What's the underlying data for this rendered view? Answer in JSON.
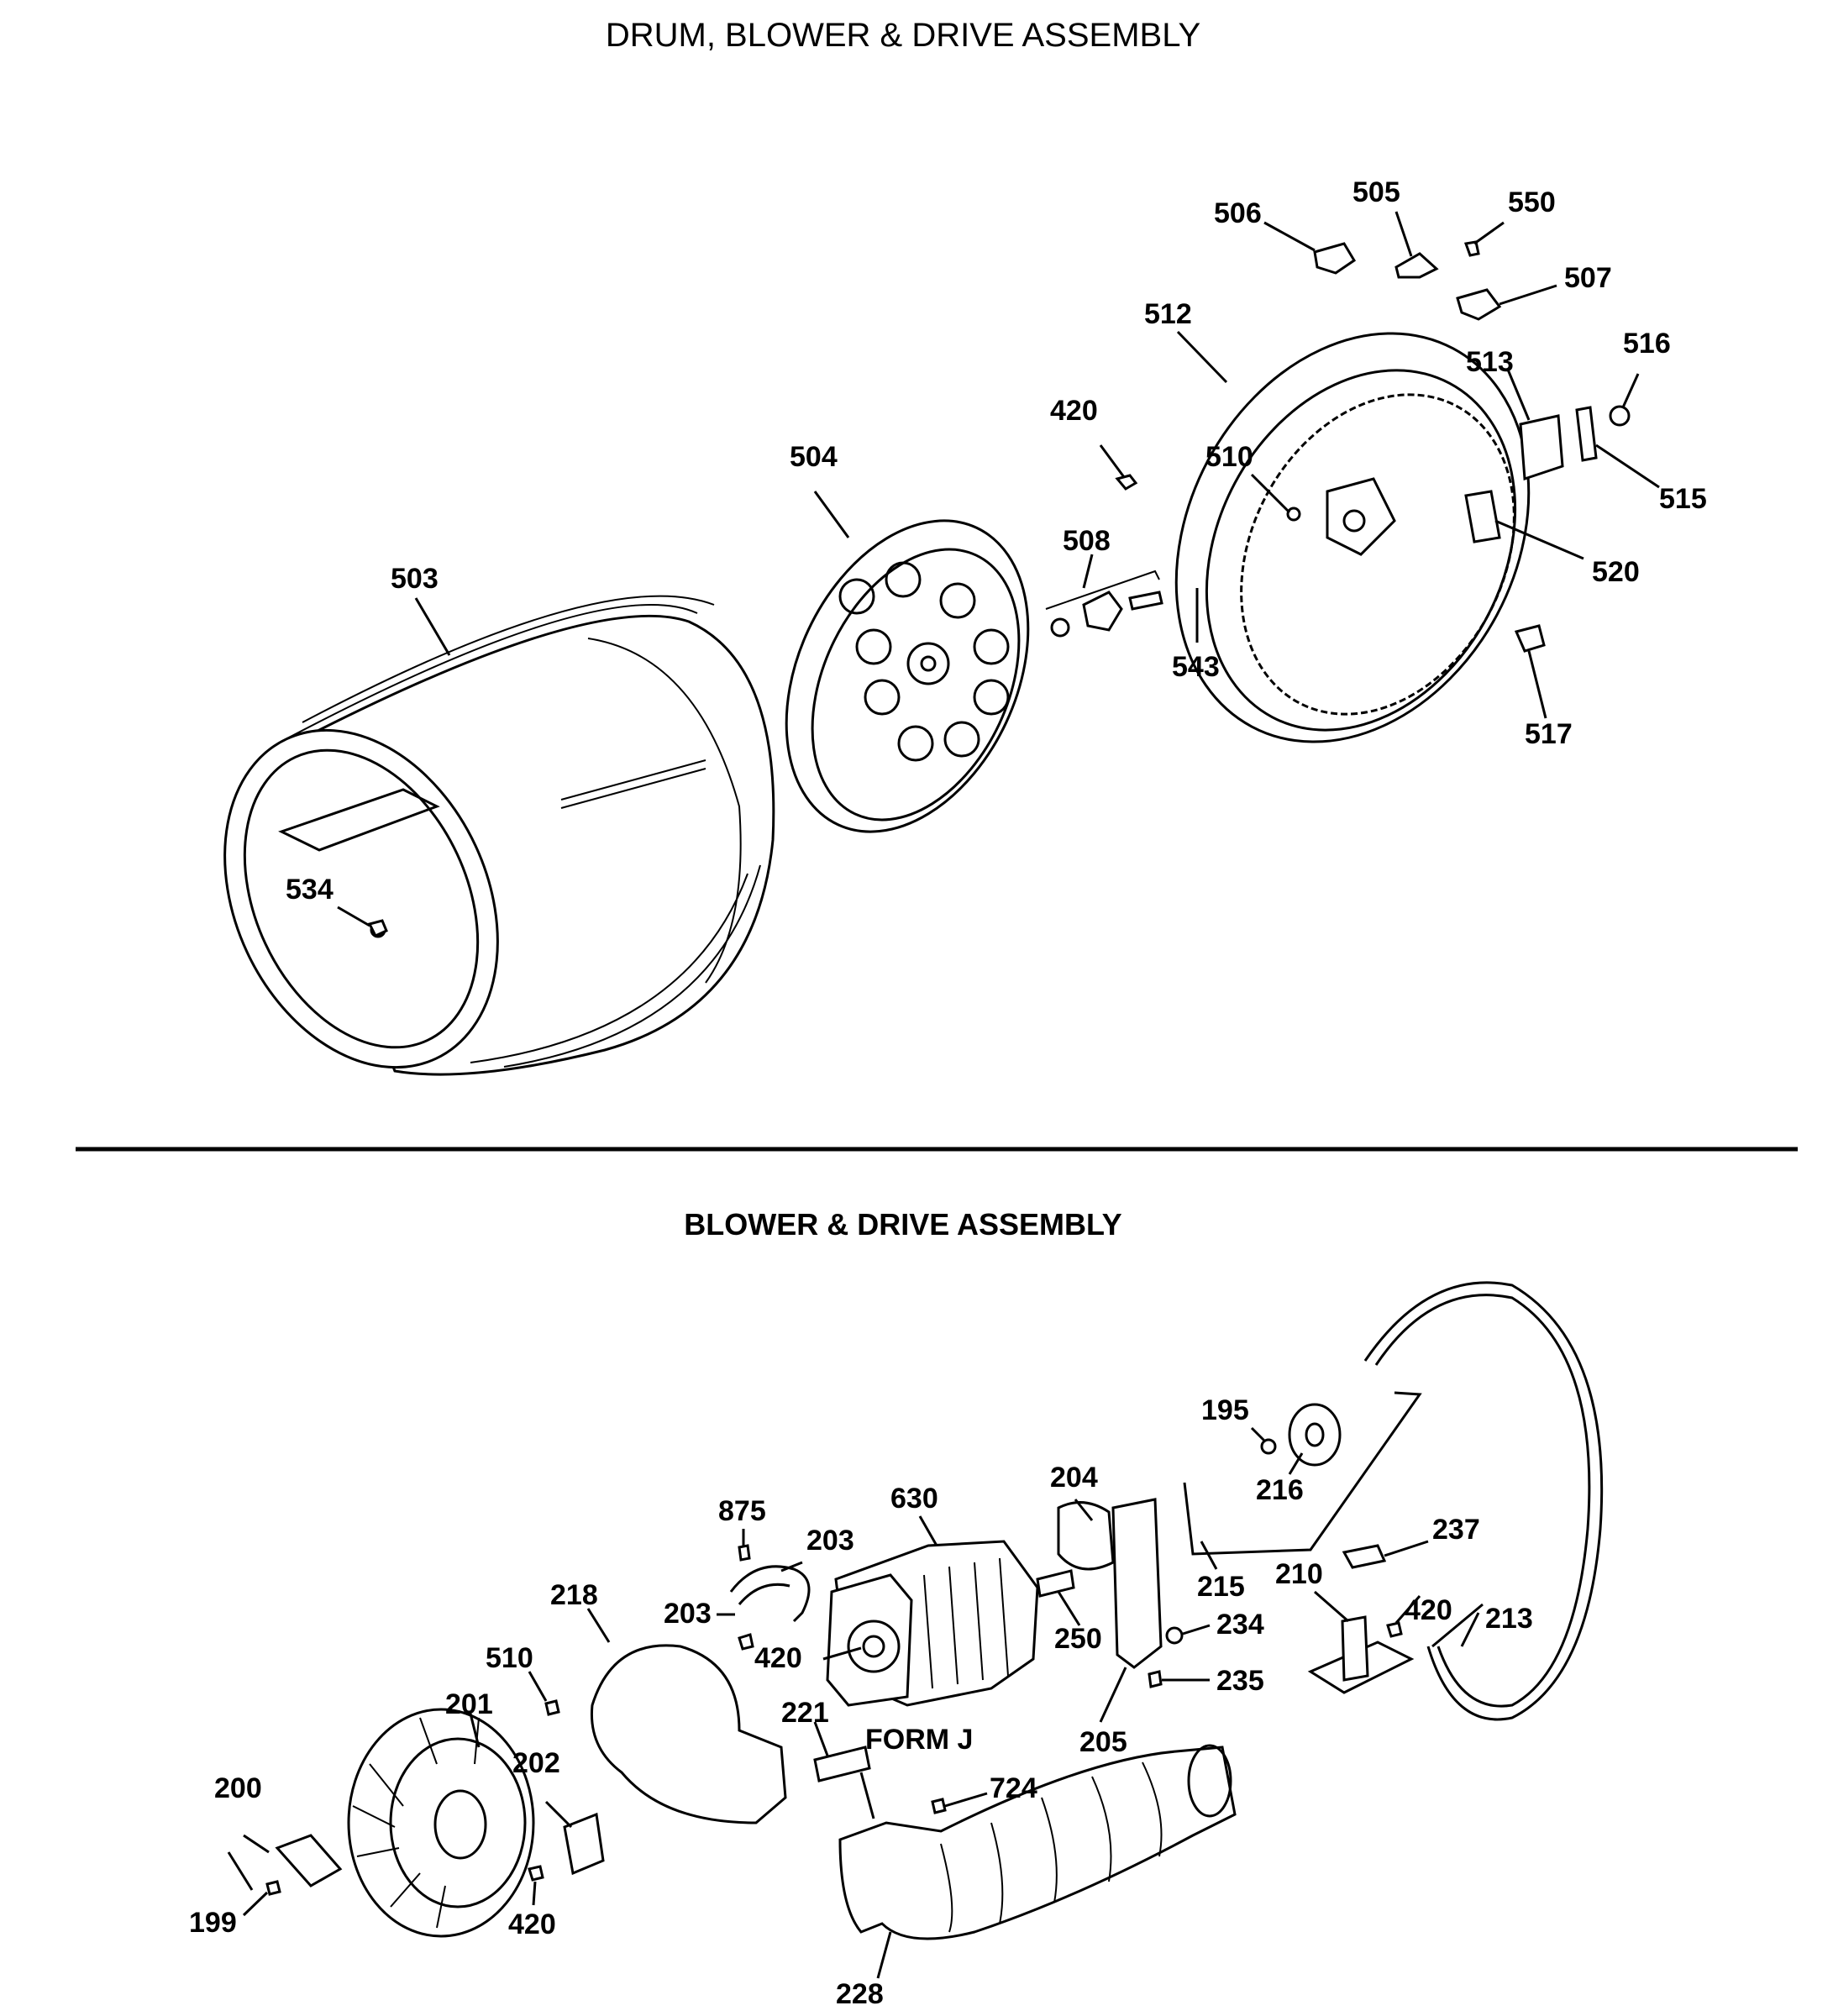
{
  "title": "DRUM, BLOWER & DRIVE ASSEMBLY",
  "subtitle": "BLOWER & DRIVE ASSEMBLY",
  "form_label": "FORM J",
  "top_callouts": {
    "p503": "503",
    "p504": "504",
    "p505": "505",
    "p506": "506",
    "p507": "507",
    "p508": "508",
    "p510": "510",
    "p512": "512",
    "p513": "513",
    "p515": "515",
    "p516": "516",
    "p517": "517",
    "p520": "520",
    "p534": "534",
    "p543": "543",
    "p550": "550",
    "p420": "420"
  },
  "bottom_callouts": {
    "p195": "195",
    "p199": "199",
    "p200": "200",
    "p201": "201",
    "p202": "202",
    "p203a": "203",
    "p203b": "203",
    "p204": "204",
    "p205": "205",
    "p210": "210",
    "p213": "213",
    "p215": "215",
    "p216": "216",
    "p218": "218",
    "p221": "221",
    "p228": "228",
    "p234": "234",
    "p235": "235",
    "p237": "237",
    "p250": "250",
    "p420a": "420",
    "p420b": "420",
    "p420c": "420",
    "p510": "510",
    "p630": "630",
    "p724": "724",
    "p875": "875"
  }
}
